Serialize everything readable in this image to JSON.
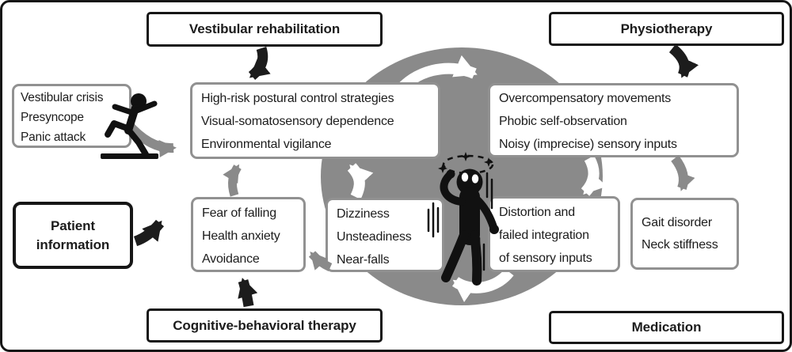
{
  "colors": {
    "disc_gray": "#8a8a8a",
    "gray_box_border": "#919191",
    "black": "#1c1c1c",
    "background": "#ffffff"
  },
  "labels": {
    "vestibular_rehabilitation": "Vestibular rehabilitation",
    "physiotherapy": "Physiotherapy",
    "patient_information_line1": "Patient",
    "patient_information_line2": "information",
    "cognitive_behavioral_therapy": "Cognitive-behavioral therapy",
    "medication": "Medication"
  },
  "boxes": {
    "vestibular_crisis": {
      "lines": [
        "Vestibular crisis",
        "Presyncope",
        "Panic attack"
      ]
    },
    "high_risk": {
      "lines": [
        "High-risk postural control strategies",
        "Visual-somatosensory dependence",
        "Environmental vigilance"
      ]
    },
    "overcompensatory": {
      "lines": [
        "Overcompensatory movements",
        "Phobic self-observation",
        "Noisy (imprecise) sensory inputs"
      ]
    },
    "fear_of_falling": {
      "lines": [
        "Fear of falling",
        "Health anxiety",
        "Avoidance"
      ]
    },
    "dizziness": {
      "lines": [
        "Dizziness",
        "Unsteadiness",
        "Near-falls"
      ]
    },
    "distortion": {
      "lines": [
        "Distortion and",
        "failed integration",
        "of sensory inputs"
      ]
    },
    "gait": {
      "lines": [
        "Gait disorder",
        "Neck stiffness"
      ]
    }
  },
  "icons": {
    "falling_person": "falling-person-icon",
    "dizzy_person": "dizzy-person-icon"
  }
}
